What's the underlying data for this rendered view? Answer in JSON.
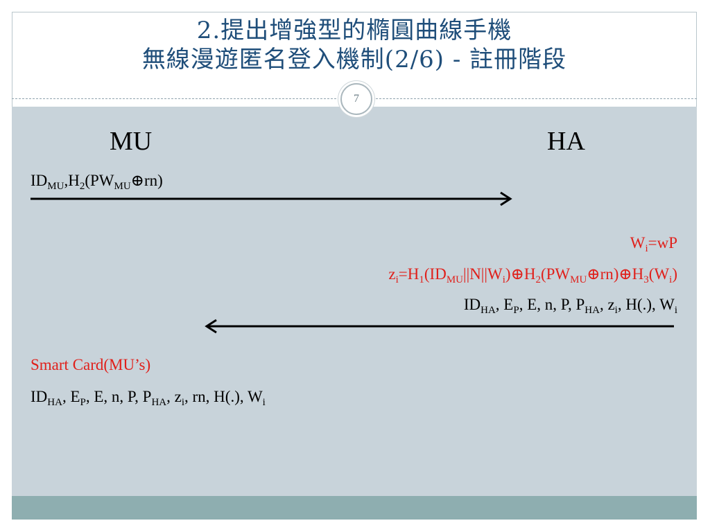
{
  "title": {
    "line1": "2.提出增強型的橢圓曲線手機",
    "line2": "無線漫遊匿名登入機制(2/6) - 註冊階段"
  },
  "page_number": "7",
  "parties": {
    "left": "MU",
    "right": "HA"
  },
  "msg1": {
    "a": "ID",
    "a_sub": "MU",
    "b": ",H",
    "b_sub": "2",
    "c": "(PW",
    "c_sub": "MU",
    "d": "⊕rn)"
  },
  "ha_compute": {
    "wi": {
      "a": "W",
      "a_sub": "i",
      "b": "=wP"
    },
    "zi": {
      "p1": "z",
      "p1_sub": "i",
      "p2": "=H",
      "p2_sub": "1",
      "p3": "(ID",
      "p3_sub": "MU",
      "p4": "||N||W",
      "p4_sub": "i",
      "p5": ")⊕H",
      "p5_sub": "2",
      "p6": "(PW",
      "p6_sub": "MU",
      "p7": "⊕rn)⊕H",
      "p7_sub": "3",
      "p8": "(W",
      "p8_sub": "i",
      "p9": ")"
    }
  },
  "msg2": {
    "p1": "ID",
    "p1_sub": "HA",
    "p2": ", E",
    "p2_sub": "P",
    "p3": ", E, n, P, P",
    "p3_sub": "HA",
    "p4": ", z",
    "p4_sub": "i",
    "p5": ", H(.), W",
    "p5_sub": "i"
  },
  "smart_card": {
    "label": "Smart Card(MU’s)",
    "p1": "ID",
    "p1_sub": "HA",
    "p2": ", E",
    "p2_sub": "P",
    "p3": ", E, n, P, P",
    "p3_sub": "HA",
    "p4": ", z",
    "p4_sub": "i",
    "p5": ", rn, H(.), W",
    "p5_sub": "i"
  },
  "colors": {
    "title": "#1f4e7a",
    "content_bg": "#c8d3da",
    "footer_bg": "#8eaeb0",
    "highlight": "#e0201b"
  }
}
